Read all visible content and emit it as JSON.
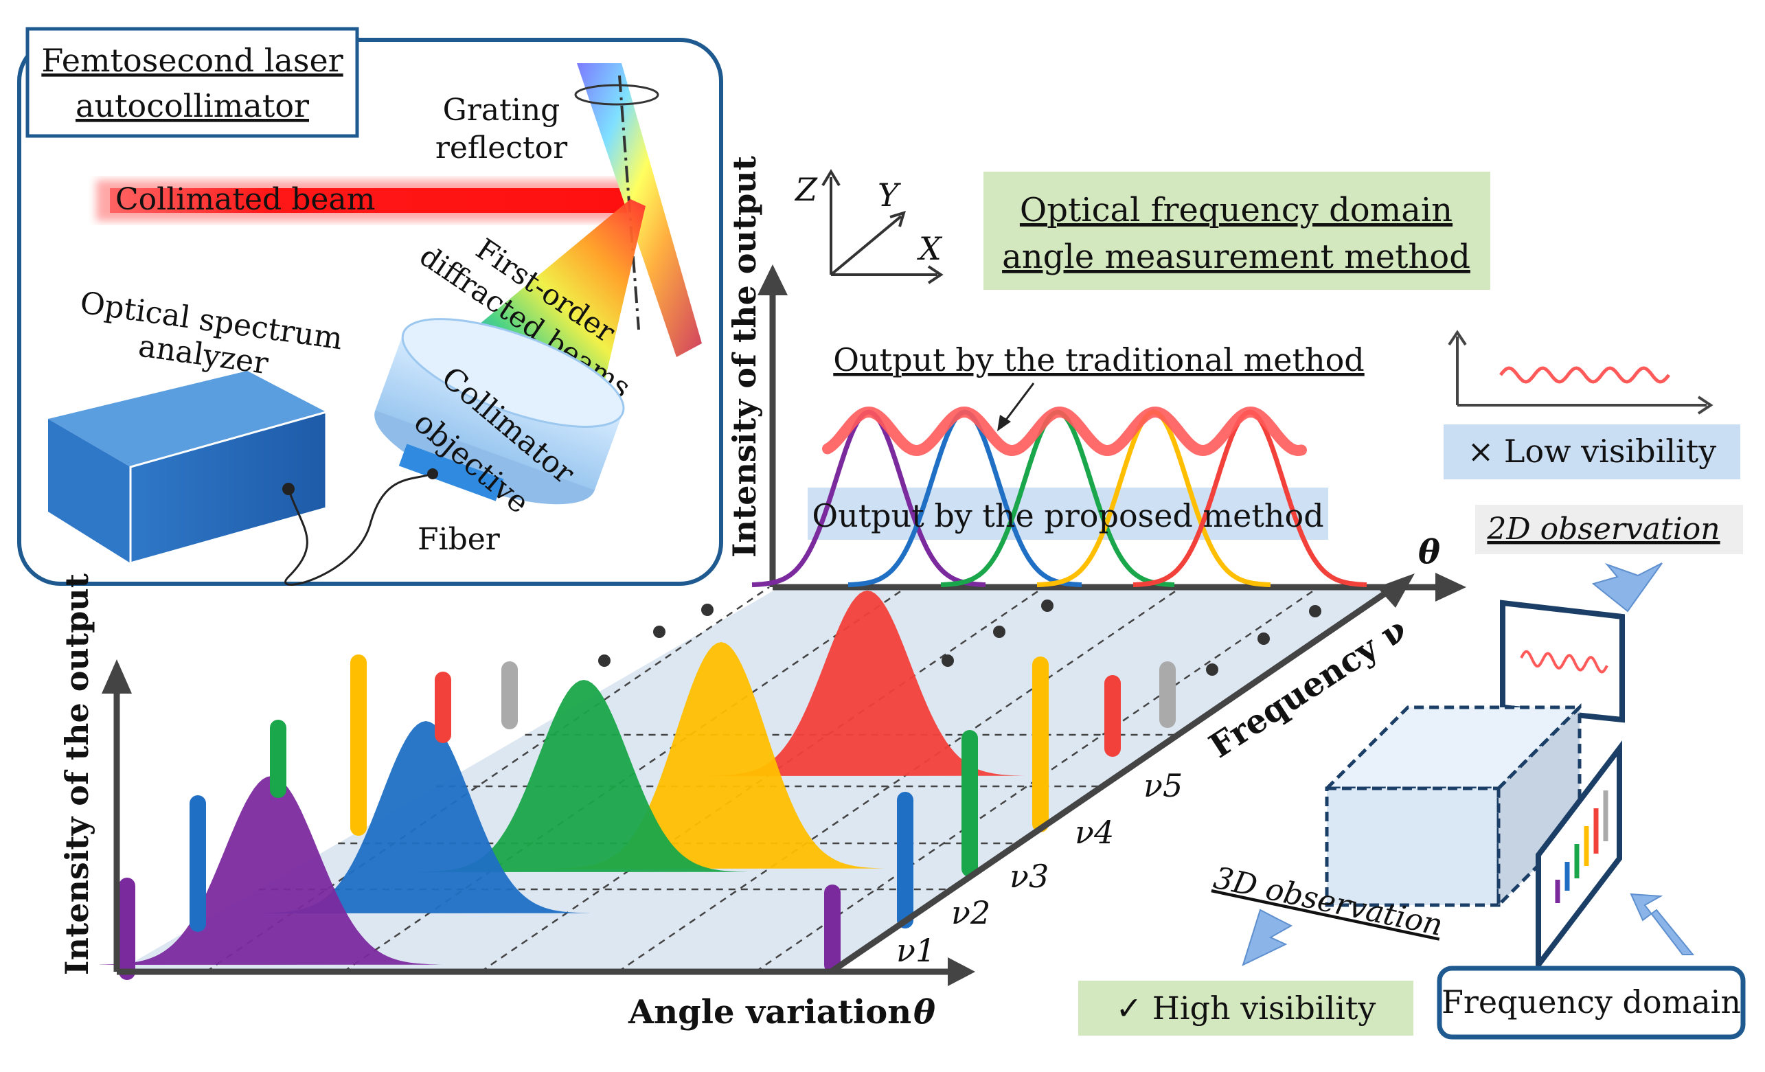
{
  "inset": {
    "title_line1": "Femtosecond laser",
    "title_line2": "autocollimator",
    "grating_line1": "Grating",
    "grating_line2": "reflector",
    "beam": "Collimated beam",
    "diffracted_line1": "First-order",
    "diffracted_line2": "diffracted beams",
    "collimator_line1": "Collimator",
    "collimator_line2": "objective",
    "osa_line1": "Optical spectrum",
    "osa_line2": "analyzer",
    "fiber": "Fiber"
  },
  "axes_triad": {
    "z": "Z",
    "y": "Y",
    "x": "X"
  },
  "method_box": {
    "line1": "Optical frequency domain",
    "line2": "angle measurement method"
  },
  "upper_plot": {
    "ylabel": "Intensity of the output",
    "xlabel": "θ",
    "traditional_label": "Output by the traditional method",
    "proposed_label": "Output by the proposed method"
  },
  "lower_plot": {
    "ylabel": "Intensity of the output",
    "xlabel": "Angle variation",
    "xsymbol": "θ",
    "zlabel": "Frequency ν",
    "freq_labels": [
      "ν1",
      "ν2",
      "ν3",
      "ν4",
      "ν5"
    ]
  },
  "observation": {
    "low_visibility": "× Low visibility",
    "obs_2d": "2D observation",
    "obs_3d": "3D observation",
    "high_visibility": "✓ High visibility",
    "frequency_domain": "Frequency domain"
  },
  "colors": {
    "purple": "#7b2a9e",
    "blue": "#1f6fc4",
    "green": "#1aa64a",
    "yellow": "#ffbf00",
    "red": "#f2403a",
    "traditional": "#ff5a5a",
    "frame": "#1e5a8f"
  }
}
